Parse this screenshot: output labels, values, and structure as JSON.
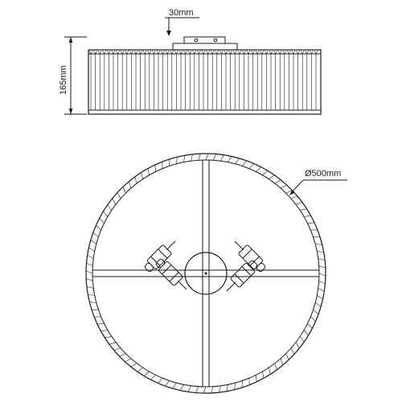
{
  "drawing": {
    "top_dimension": "30mm",
    "height_dimension": "165mm",
    "diameter_dimension": "Ø500mm"
  },
  "colors": {
    "line": "#1a1a1a",
    "background": "#ffffff"
  }
}
